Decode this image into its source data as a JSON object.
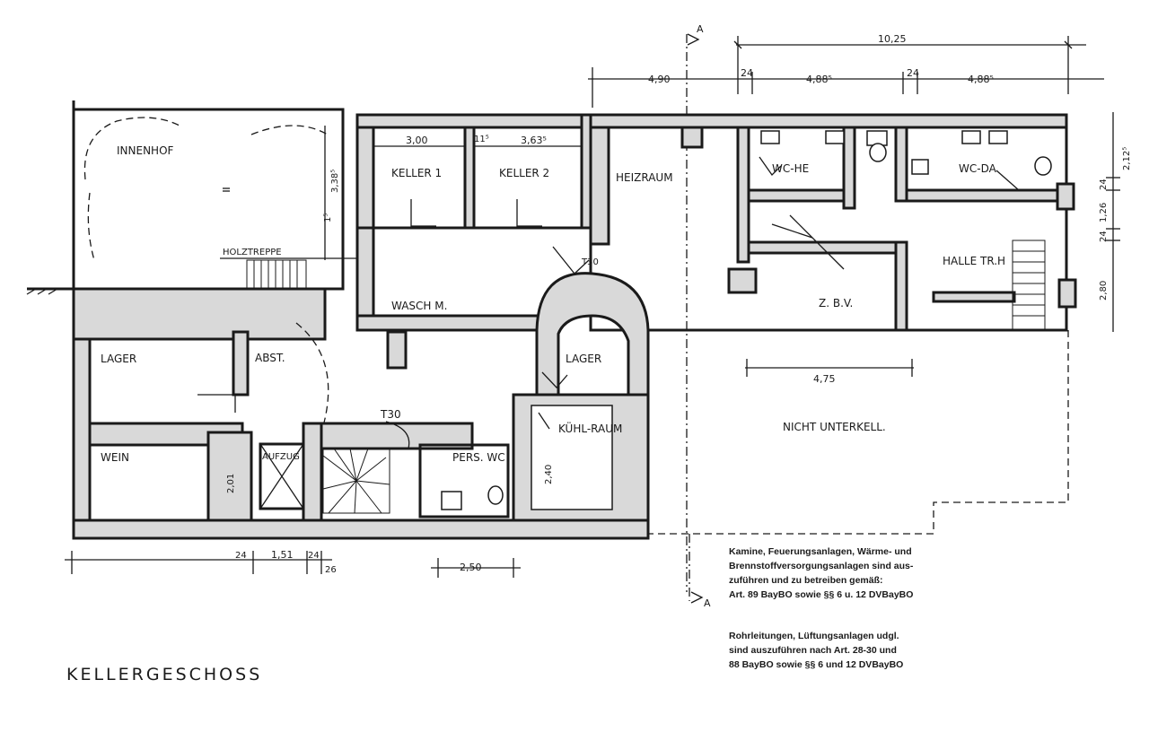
{
  "title": "KELLERGESCHOSS",
  "rooms": {
    "innenhof": "INNENHOF",
    "keller1": "KELLER 1",
    "keller2": "KELLER 2",
    "heizraum": "HEIZRAUM",
    "wc_he": "WC-HE",
    "wc_da": "WC-DA",
    "halle": "HALLE TR.H",
    "zbv": "Z. B.V.",
    "waschm": "WASCH M.",
    "lager_left": "LAGER",
    "abst": "ABST.",
    "wein": "WEIN",
    "aufzug": "AUFZUG",
    "pers_wc": "PERS. WC",
    "lager_mid": "LAGER",
    "kuehlraum": "KÜHL-RAUM",
    "nicht_unterkell": "NICHT UNTERKELL.",
    "holztreppe": "HOLZTREPPE",
    "t30_a": "T30",
    "t30_b": "T30"
  },
  "dimensions": {
    "top_total": "10,25",
    "top_490": "4,90",
    "top_24a": "24",
    "top_488a": "4,88⁵",
    "top_24b": "24",
    "top_488b": "4,88⁵",
    "keller1_w": "3,00",
    "keller_wall": "11⁵",
    "keller2_w": "3,63⁵",
    "hof_side": "3,38⁵",
    "hof_small": "1⁵",
    "right_212": "2,12⁵",
    "right_24": "24",
    "right_126": "1,26",
    "right_24b": "24",
    "right_280": "2,80",
    "mid_475": "4,75",
    "bottom_24a": "24",
    "bottom_151": "1,51",
    "bottom_24b": "24",
    "bottom_26": "26",
    "bottom_250": "2,50",
    "wein_201": "2,01",
    "kuehl_240": "2,40",
    "section_a_top": "A",
    "section_a_bottom": "A"
  },
  "notes": {
    "note1_line1": "Kamine, Feuerungsanlagen, Wärme- und",
    "note1_line2": "Brennstoffversorgungsanlagen sind aus-",
    "note1_line3": "zuführen und zu betreiben gemäß:",
    "note1_line4": "Art. 89 BayBO sowie §§ 6 u. 12 DVBayBO",
    "note2_line1": "Rohrleitungen, Lüftungsanlagen udgl.",
    "note2_line2": "sind auszuführen nach Art. 28-30 und",
    "note2_line3": "88 BayBO sowie §§ 6 und 12 DVBayBO"
  }
}
